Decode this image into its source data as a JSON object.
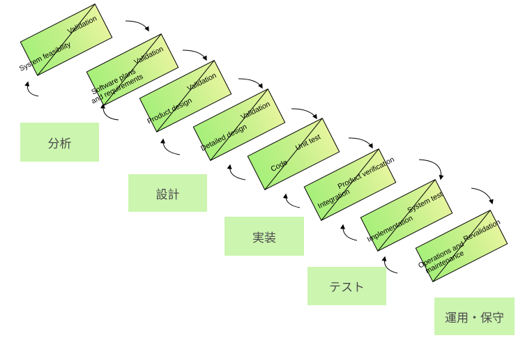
{
  "stages": [
    {
      "left": "System feasibility",
      "right": "Validation"
    },
    {
      "left": "Software plans and requirements",
      "right": "Validation"
    },
    {
      "left": "Product design",
      "right": "Validation"
    },
    {
      "left": "Detailed design",
      "right": "Validation"
    },
    {
      "left": "Code",
      "right": "Unit test"
    },
    {
      "left": "Integration",
      "right": "Product verification"
    },
    {
      "left": "Implementation",
      "right": "System test"
    },
    {
      "left": "Operations and maintenance",
      "right": "Revalidation"
    }
  ],
  "phases": [
    "分析",
    "設計",
    "実装",
    "テスト",
    "運用・保守"
  ],
  "colors": {
    "box_light": "#a6f07a",
    "box_mid": "#c3f08a",
    "box_dark": "#e6f59e",
    "phase_bg": "#ccf5b0",
    "phase_text": "#4a4a4a"
  }
}
